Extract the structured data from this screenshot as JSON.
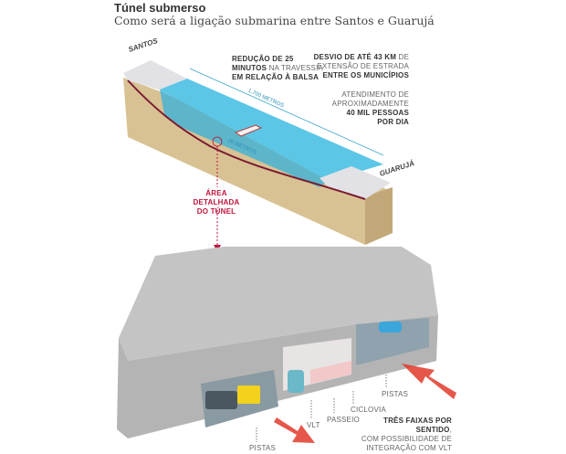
{
  "header": {
    "title": "Túnel submerso",
    "subtitle": "Como será a ligação submarina entre Santos e Guarujá"
  },
  "map": {
    "city_left": "SANTOS",
    "city_right": "GUARUJÁ",
    "length_label": "1.700 METROS",
    "depth_label": "20 METROS",
    "detail_label_1": "ÁREA DETALHADA",
    "detail_label_2": "DO TÚNEL"
  },
  "facts": {
    "reduction": {
      "b1": "REDUÇÃO DE 25",
      "b2": "MINUTOS",
      "t2": " NA TRAVESSIA",
      "b3": "EM RELAÇÃO À BALSA"
    },
    "detour": {
      "b1": "DESVIO DE ATÉ 43 KM",
      "t1": " DE",
      "t2": "EXTENSÃO DE ESTRADA",
      "b3": "ENTRE OS MUNICÍPIOS"
    },
    "people": {
      "t1": "ATENDIMENTO DE",
      "t2": "APROXIMADAMENTE",
      "b3": "40 MIL PESSOAS",
      "b4": "POR DIA"
    }
  },
  "tunnel": {
    "pistas_left": "PISTAS",
    "pistas_right": "PISTAS",
    "vlt": "VLT",
    "passeio": "PASSEIO",
    "ciclovia": "CICLOVIA",
    "lanes_b": "TRÊS FAIXAS POR SENTIDO",
    "lanes_t1": ", ",
    "lanes_t2": "COM POSSIBILIDADE DE",
    "lanes_t3": "INTEGRAÇÃO COM VLT"
  },
  "colors": {
    "water": "#5cc6e6",
    "sand": "#d9c498",
    "concrete": "#bdbdbd",
    "accent": "#c0143c"
  }
}
